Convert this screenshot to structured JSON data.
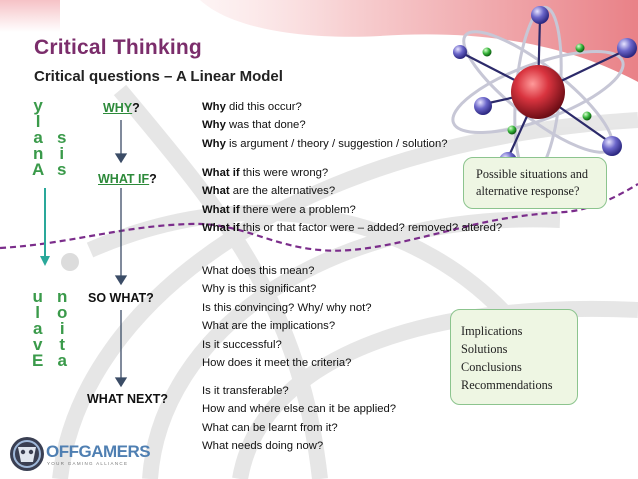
{
  "title": "Critical Thinking",
  "subtitle": "Critical questions – A Linear Model",
  "side_labels": {
    "analysis_col1": [
      "A",
      "n",
      "a",
      "l",
      "y"
    ],
    "analysis_col2": [
      "s",
      "i",
      "s"
    ],
    "evaluation_col1": [
      "E",
      "v",
      "a",
      "l",
      "u"
    ],
    "evaluation_col2": [
      "a",
      "t",
      "i",
      "o",
      "n"
    ]
  },
  "flow": {
    "why": {
      "label": "WHY",
      "suffix": "?"
    },
    "what_if": {
      "label": "WHAT IF",
      "suffix": "?"
    },
    "so_what": "SO WHAT?",
    "what_next": "WHAT NEXT?"
  },
  "why_questions": [
    {
      "lead": "Why",
      "rest": " did this occur?"
    },
    {
      "lead": "Why",
      "rest": " was that done?"
    },
    {
      "lead": "Why",
      "rest": " is argument / theory / suggestion / solution?"
    }
  ],
  "what_if_questions": [
    {
      "lead": "What if",
      "rest": " this were wrong?"
    },
    {
      "lead": "What",
      "rest": " are the alternatives?"
    },
    {
      "lead": "What if",
      "rest": " there were a problem?"
    },
    {
      "lead": "What if",
      "rest": "  this or that factor were – added? removed? altered?"
    }
  ],
  "so_what_questions": [
    "What  does this mean?",
    "Why is this significant?",
    "Is this convincing? Why/ why not?",
    "What are the implications?",
    "Is it successful?",
    "How does it meet the criteria?"
  ],
  "what_next_questions": [
    "Is it transferable?",
    "How and where else can it be applied?",
    "What can be learnt from it?",
    "What needs doing now?"
  ],
  "box_possible": [
    "Possible situations and",
    "alternative response?"
  ],
  "box_implications": [
    "Implications",
    "Solutions",
    "Conclusions",
    "Recommendations"
  ],
  "logo": {
    "name": "OFFGAMERS",
    "tagline": "YOUR GAMING ALLIANCE"
  },
  "colors": {
    "title": "#7b2d6b",
    "green": "#3a9a4a",
    "box_border": "#8cc48e",
    "box_fill": "#eef6e3",
    "dashed": "#7b2d8b",
    "accent_red": "#d9343f"
  }
}
